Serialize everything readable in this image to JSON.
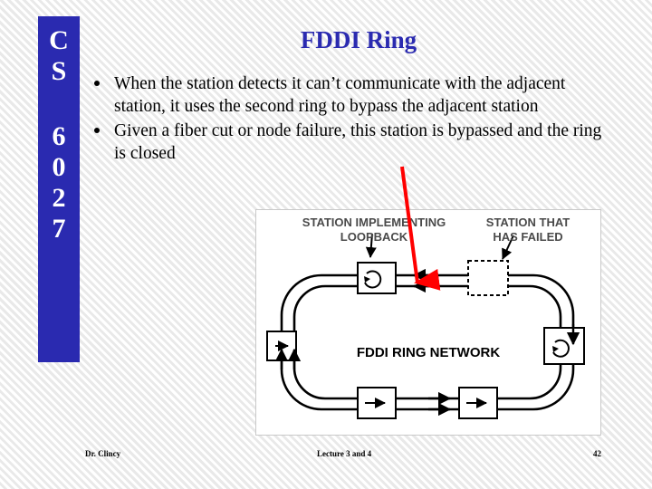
{
  "slide": {
    "title": "FDDI Ring",
    "sidebar": {
      "line1": "C",
      "line2": "S",
      "line3": "6",
      "line4": "0",
      "line5": "2",
      "line6": "7"
    },
    "bullets": [
      "When the station detects it can’t communicate with the adjacent station, it uses the second ring to bypass the adjacent station",
      "Given a fiber cut or node failure, this station is bypassed and the ring is closed"
    ],
    "figure": {
      "label_left_line1": "STATION IMPLEMENTING",
      "label_left_line2": "LOOPBACK",
      "label_right_line1": "STATION THAT",
      "label_right_line2": "HAS FAILED",
      "label_center": "FDDI RING NETWORK"
    },
    "annotation": {
      "red_arrow_color": "#ff0000"
    },
    "footer": {
      "author": "Dr. Clincy",
      "center": "Lecture 3 and 4",
      "page": "42"
    },
    "colors": {
      "title": "#2a2ab0",
      "sidebar": "#2a2ab0",
      "text": "#000000",
      "background": "#ffffff"
    }
  }
}
